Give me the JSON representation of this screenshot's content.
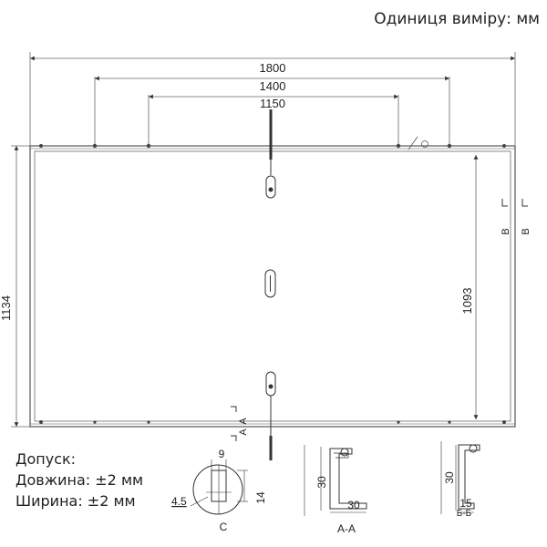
{
  "units_label": "Одиниця виміру: мм",
  "tolerance": {
    "title": "Допуск:",
    "length": "Довжина: ±2 мм",
    "width": "Ширина: ±2 мм"
  },
  "dimensions": {
    "overall_length": "1800",
    "mount_span_outer": "1400",
    "mount_span_inner": "1150",
    "overall_width": "1134",
    "inner_width": "1093"
  },
  "section_labels": {
    "a": "A",
    "b": "B",
    "c": "C",
    "view_c": "C",
    "view_aa": "A-A",
    "view_bb": "Б-Б"
  },
  "detail_c": {
    "top": "9",
    "right": "14",
    "left": "4.5"
  },
  "detail_aa": {
    "height": "30",
    "width": "30"
  },
  "detail_bb": {
    "height": "30",
    "width": "15"
  }
}
